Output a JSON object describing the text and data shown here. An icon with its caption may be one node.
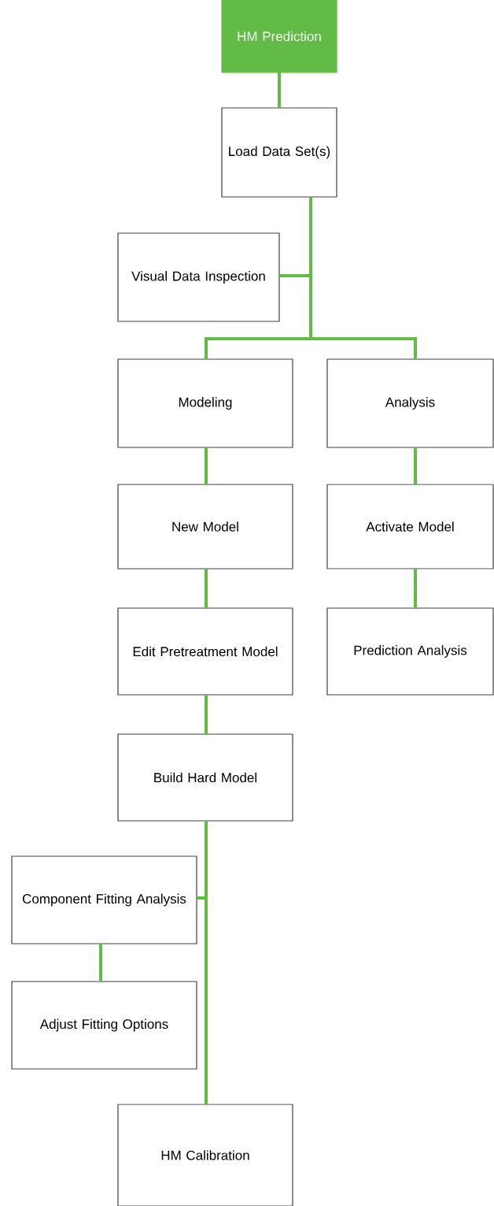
{
  "diagram": {
    "nodes": [
      {
        "text": [
          "HM Prediction"
        ]
      },
      {
        "text": [
          "Load Data Set(s)"
        ]
      },
      {
        "text": [
          "Visual Data Inspection"
        ]
      },
      {
        "text": [
          "Modeling"
        ]
      },
      {
        "text": [
          "Analysis"
        ]
      },
      {
        "text": [
          "New Model"
        ]
      },
      {
        "text": [
          "Activate Model"
        ]
      },
      {
        "text": [
          "Edit Pretreatment Model"
        ]
      },
      {
        "text": [
          "Prediction Analysis"
        ]
      },
      {
        "text": [
          "Build Hard Model"
        ]
      },
      {
        "text": [
          "Component Fitting Analysis"
        ]
      },
      {
        "text": [
          "Adjust Fitting Options"
        ]
      },
      {
        "text": [
          "HM Calibration"
        ]
      }
    ],
    "edges": [
      {
        "from": 0,
        "to": 1,
        "arrow": "none"
      },
      {
        "from": 1,
        "to": 2,
        "arrow": "none"
      },
      {
        "from": 1,
        "to": 3,
        "arrow": "none"
      },
      {
        "from": 1,
        "to": 4,
        "arrow": "none"
      },
      {
        "from": 3,
        "to": 5,
        "arrow": "none"
      },
      {
        "from": 5,
        "to": 7,
        "arrow": "none"
      },
      {
        "from": 7,
        "to": 9,
        "arrow": "none"
      },
      {
        "from": 9,
        "to": 10,
        "arrow": "none"
      },
      {
        "from": 10,
        "to": 11,
        "arrow": "none"
      },
      {
        "from": 9,
        "to": 12,
        "arrow": "none"
      },
      {
        "from": 4,
        "to": 6,
        "arrow": "none"
      },
      {
        "from": 6,
        "to": 8,
        "arrow": "none"
      }
    ]
  }
}
